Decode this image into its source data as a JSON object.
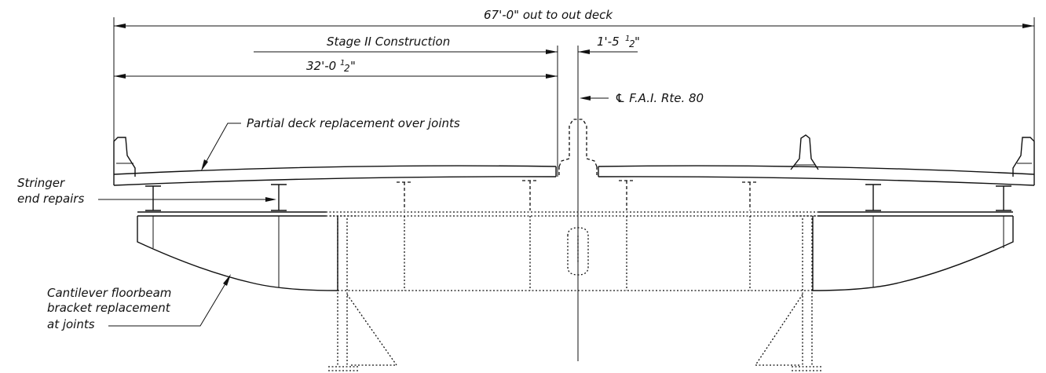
{
  "labels": {
    "overall_width": "67'-0\" out to out deck",
    "stage": "Stage II Construction",
    "offset_a": "1'-5",
    "offset_a_frac": "1",
    "offset_a_half": "2",
    "offset_a_unit": "\"",
    "half_width": "32'-0",
    "half_width_frac": "1",
    "half_width_half": "2",
    "half_width_unit": "\"",
    "centerline": "℄ F.A.I. Rte. 80",
    "deck_note": "Partial deck replacement over joints",
    "stringer_1": "Stringer",
    "stringer_2": "end repairs",
    "bracket_1": "Cantilever floorbeam",
    "bracket_2": "bracket replacement",
    "bracket_3": "at joints"
  }
}
